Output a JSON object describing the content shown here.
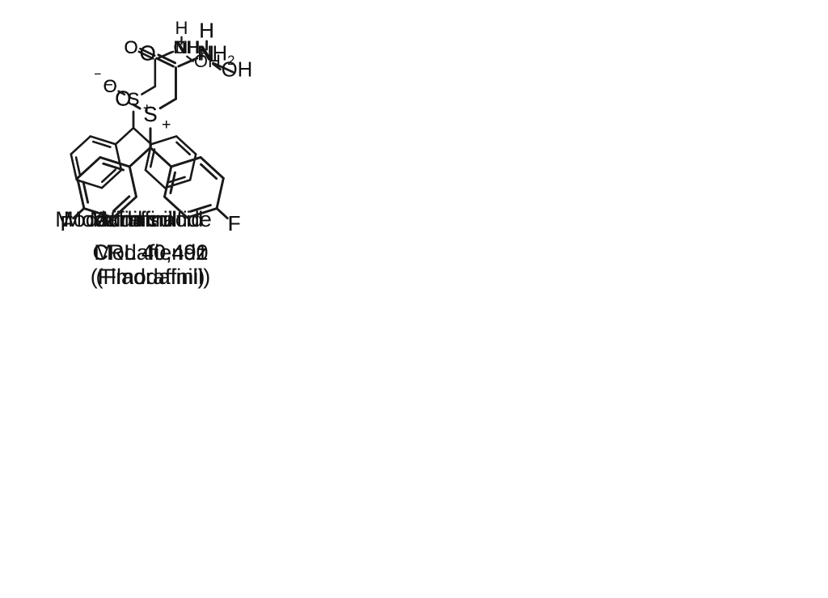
{
  "figure": {
    "background": "#ffffff",
    "ink": "#1a1a1a",
    "description": "Chemical structures of modafinil and six related analogues"
  },
  "atoms": {
    "oxygen": "O",
    "sulfur": "S",
    "nitrogen": "N",
    "hydrogen": "H",
    "hydroxyl": "OH",
    "fluorine": "F",
    "minus_charge": "−",
    "plus_charge": "+"
  },
  "molecules": [
    {
      "id": "modafinil",
      "caption": "Modafinil",
      "sulfoxide": true,
      "fluorinated": false,
      "head": "amide_NH2",
      "head_label": "NH",
      "head_sub": "2"
    },
    {
      "id": "modafinic-acid",
      "caption": "Modafinic acid",
      "sulfoxide": true,
      "fluorinated": false,
      "head": "acid_OH",
      "head_label": "OH"
    },
    {
      "id": "adrafinil",
      "caption": "Adrafinil",
      "sulfoxide": true,
      "fluorinated": false,
      "head": "hydroxylamide_NHOH",
      "head_label": "N",
      "head_h": "H",
      "head_oh": "OH"
    },
    {
      "id": "modafinil-sulfide",
      "caption": "Modafinil sulfide",
      "sulfoxide": false,
      "fluorinated": false,
      "head": "amide_NH2",
      "head_label": "NH",
      "head_sub": "2"
    },
    {
      "id": "modafiendz",
      "caption": "Modafiendz",
      "sulfoxide": true,
      "fluorinated": true,
      "head": "n_methyl_amide",
      "head_label": "N",
      "head_h": "H"
    },
    {
      "id": "crl-40-490",
      "caption": "CRL 40,490",
      "caption2": "(Flmodafinil)",
      "sulfoxide": true,
      "fluorinated": true,
      "head": "amide_NH2",
      "head_label": "NH",
      "head_sub": "2"
    },
    {
      "id": "crl-40-491",
      "caption": "CRL 40,491",
      "caption2": "(Fladrafinil)",
      "sulfoxide": true,
      "fluorinated": true,
      "head": "hydroxylamide_NHOH",
      "head_label": "N",
      "head_h": "H",
      "head_oh": "OH"
    }
  ]
}
